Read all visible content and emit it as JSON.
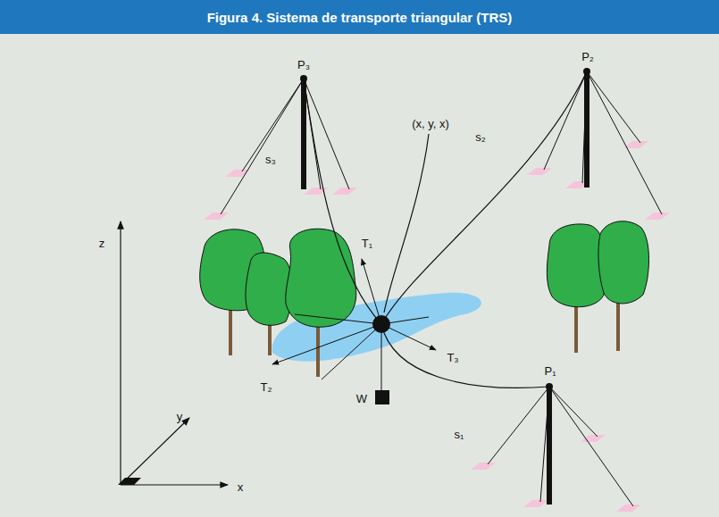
{
  "diagram": {
    "title": "Figura 4. Sistema de transporte triangular (TRS)",
    "labels": [
      "P₃",
      "P₂",
      "s₃",
      "(x, y, x)",
      "s₂",
      "z",
      "T₁",
      "T₃",
      "P₁",
      "T₂",
      "W",
      "s₁",
      "y",
      "x"
    ]
  }
}
